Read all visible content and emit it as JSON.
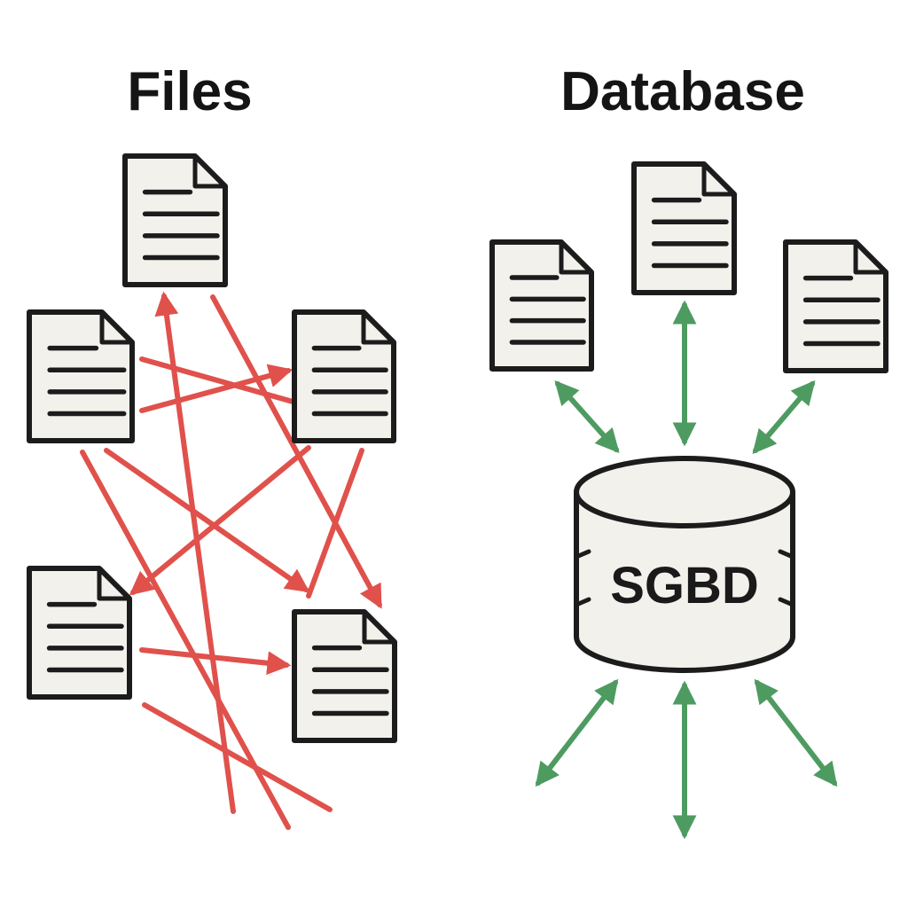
{
  "titles": {
    "files": "Files",
    "database": "Database"
  },
  "database": {
    "label": "SGBD"
  },
  "colors": {
    "page_fill": "#F3F1EC",
    "outline": "#1C1C1C",
    "red_arrows": "#E0514C",
    "green_arrows": "#4E9B61"
  }
}
